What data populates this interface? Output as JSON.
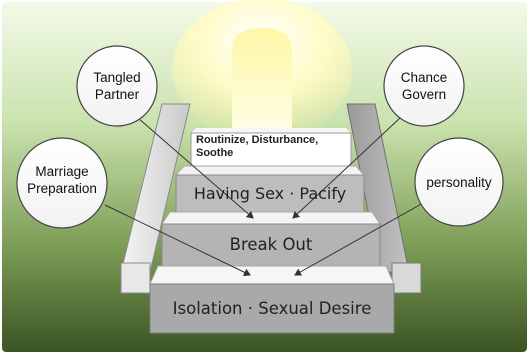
{
  "diagram": {
    "steps": [
      {
        "label": "Isolation · Sexual Desire"
      },
      {
        "label": "Break Out"
      },
      {
        "label": "Having Sex · Pacify"
      },
      {
        "label_line1": "Routinize, Disturbance,",
        "label_line2": "Soothe"
      }
    ],
    "bubbles": {
      "tangled_partner": [
        "Tangled",
        "Partner"
      ],
      "marriage_preparation": [
        "Marriage",
        "Preparation"
      ],
      "chance_govern": [
        "Chance",
        "Govern"
      ],
      "personality": "personality"
    },
    "colors": {
      "top_background": "#e9f5d8",
      "bottom_background": "#3f5a28",
      "step_fill": "#b8b8b8",
      "step_dark": "#8d8d8d",
      "glow": "#fffbb0"
    }
  }
}
